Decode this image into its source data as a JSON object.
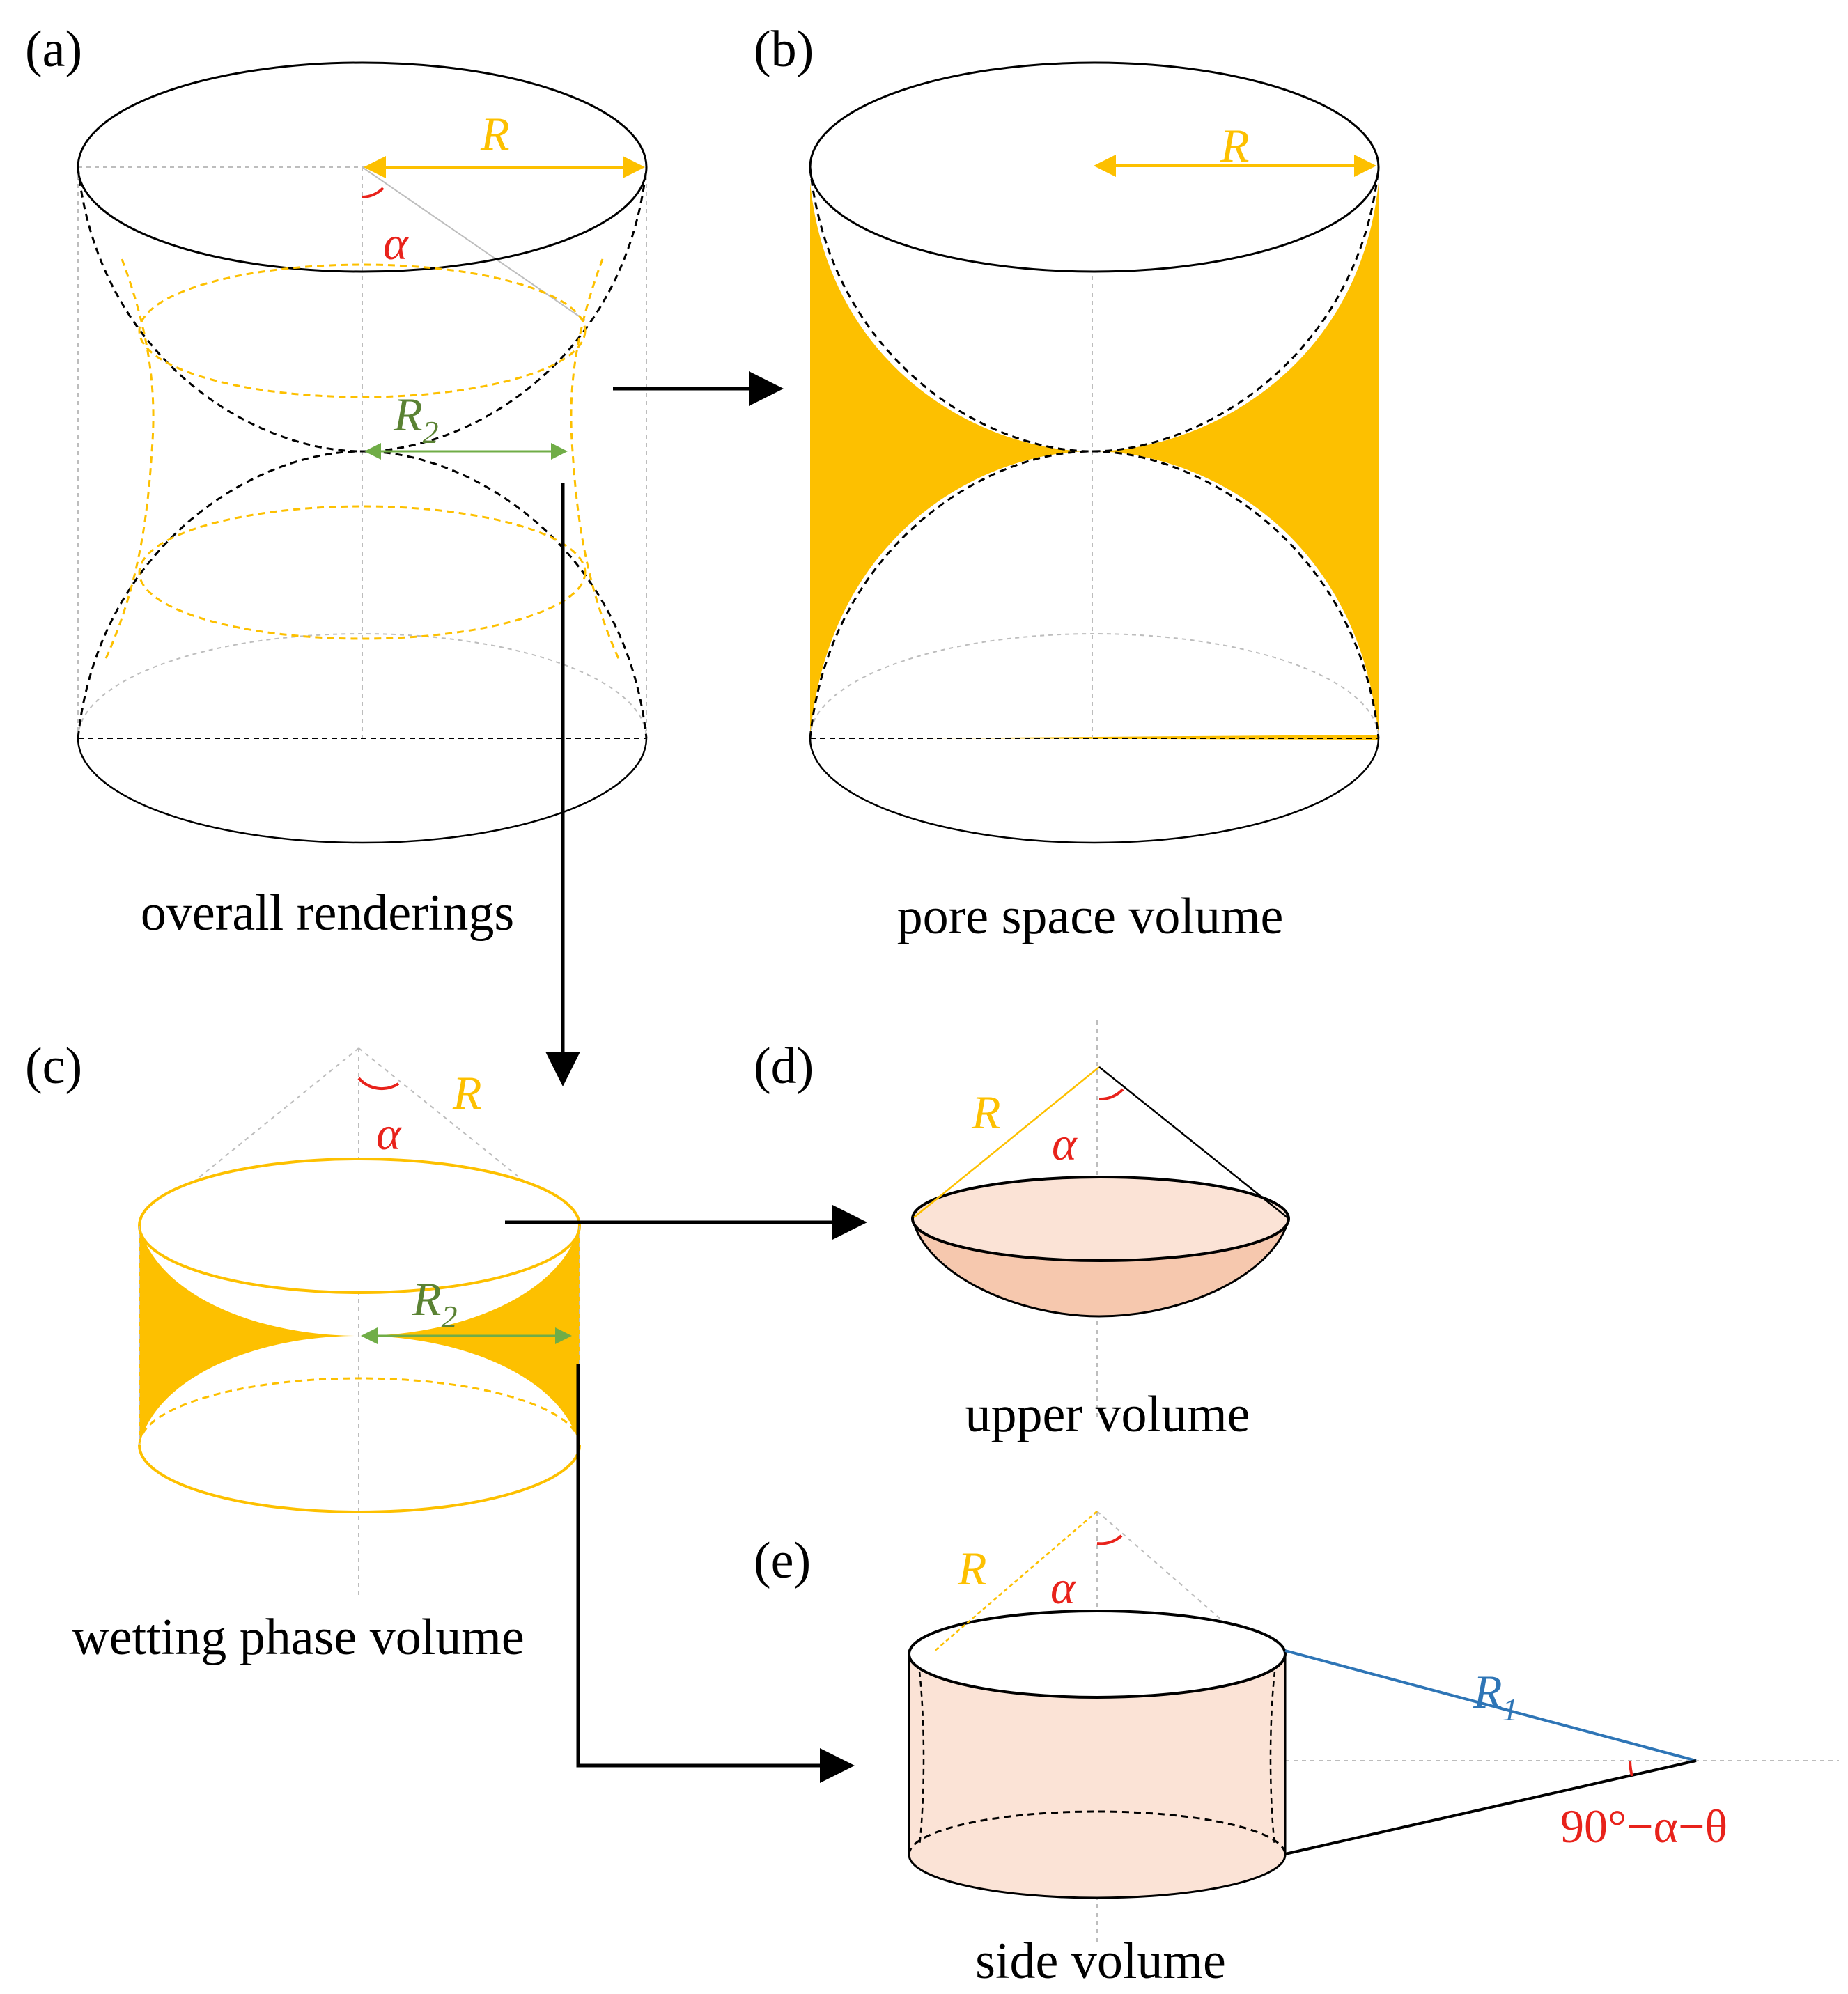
{
  "colors": {
    "wetting": "#FDC000",
    "angle": "#E8221B",
    "r2": "#5A8233",
    "r1": "#2E75B6",
    "solid_fill": "#FBE3D6",
    "solid_fill_dark": "#F6C8AE",
    "guide": "#BDBDBD",
    "stroke": "#000000"
  },
  "panels": {
    "a": {
      "label": "(a)",
      "caption": "overall renderings",
      "R": "R",
      "alpha": "α",
      "R2_main": "R",
      "R2_sub": "2"
    },
    "b": {
      "label": "(b)",
      "caption": "pore space volume",
      "R": "R"
    },
    "c": {
      "label": "(c)",
      "caption": "wetting phase volume",
      "R": "R",
      "alpha": "α",
      "R2_main": "R",
      "R2_sub": "2"
    },
    "d": {
      "label": "(d)",
      "caption": "upper volume",
      "R": "R",
      "alpha": "α"
    },
    "e": {
      "label": "(e)",
      "caption": "side volume",
      "R": "R",
      "alpha": "α",
      "R1_main": "R",
      "R1_sub": "1",
      "angle_label": "90°−α−θ"
    }
  },
  "icons": [
    "arrow-right-icon",
    "arrow-down-icon",
    "elbow-arrow-icon"
  ]
}
